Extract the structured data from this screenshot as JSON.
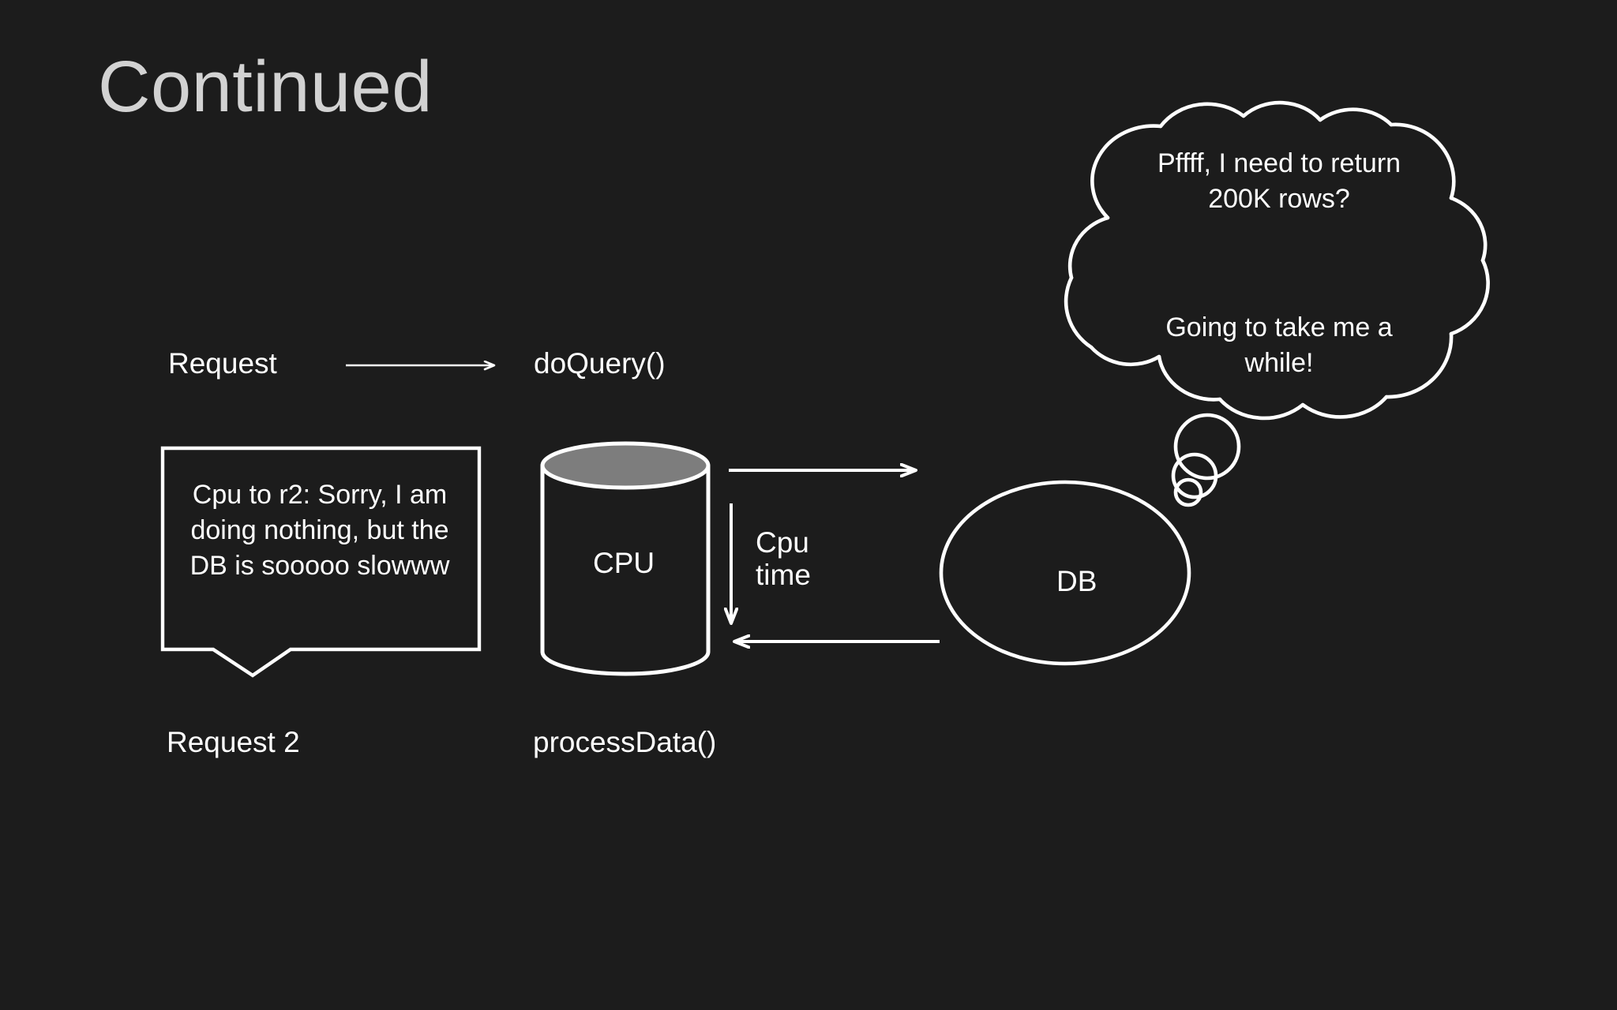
{
  "slide": {
    "title": "Continued",
    "background_color": "#1c1c1c",
    "stroke_color": "#ffffff",
    "title_color": "#d2d2d2",
    "cylinder_top_fill": "#7d7d7d"
  },
  "labels": {
    "request": "Request",
    "do_query": "doQuery()",
    "request_2": "Request 2",
    "process_data": "processData()",
    "cpu": "CPU",
    "db": "DB",
    "cpu_time": "Cpu\ntime"
  },
  "speech_bubble": {
    "speaker": "cpu",
    "text": "Cpu to r2: Sorry, I am doing nothing, but the DB is sooooo slowww"
  },
  "thought_bubble": {
    "speaker": "db",
    "line_1": "Pffff, I need to return 200K rows?",
    "line_2": "Going to take me a while!"
  },
  "arrows": [
    {
      "name": "request-to-doquery",
      "direction": "right"
    },
    {
      "name": "cpu-to-db",
      "direction": "right"
    },
    {
      "name": "db-to-cpu",
      "direction": "left"
    },
    {
      "name": "cpu-time-down",
      "direction": "down"
    }
  ]
}
